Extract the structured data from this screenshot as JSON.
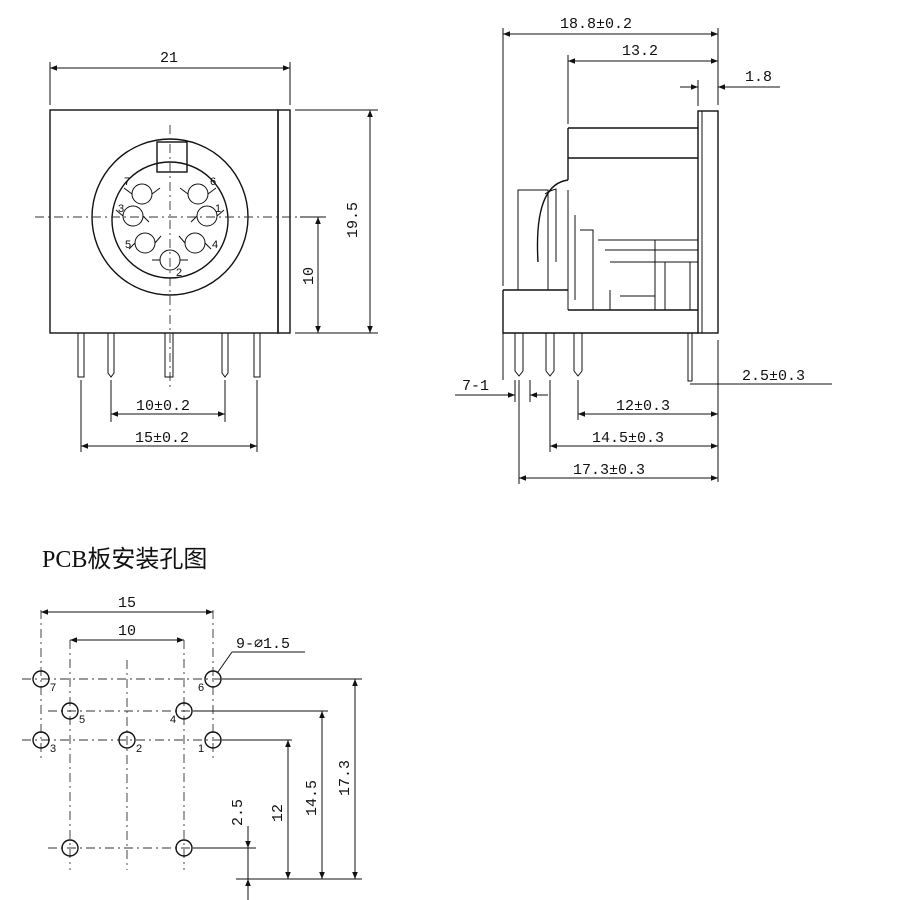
{
  "front_view": {
    "width": "21",
    "height": "19.5",
    "center_height": "10",
    "pin_spacing_inner": "10±0.2",
    "pin_spacing_outer": "15±0.2",
    "pin_labels": [
      "1",
      "2",
      "3",
      "4",
      "5",
      "6",
      "7"
    ]
  },
  "side_view": {
    "overall_depth": "18.8±0.2",
    "body_depth": "13.2",
    "flange": "1.8",
    "pin_pitch": "7-1",
    "tab_offset": "2.5±0.3",
    "dim_12": "12±0.3",
    "dim_14_5": "14.5±0.3",
    "dim_17_3": "17.3±0.3"
  },
  "pcb_layout": {
    "title": "PCB板安装孔图",
    "width_outer": "15",
    "width_inner": "10",
    "hole_spec": "9-⌀1.5",
    "dim_2_5": "2.5",
    "dim_12": "12",
    "dim_14_5": "14.5",
    "dim_17_3": "17.3",
    "hole_labels": [
      "7",
      "6",
      "5",
      "4",
      "3",
      "2",
      "1"
    ]
  }
}
